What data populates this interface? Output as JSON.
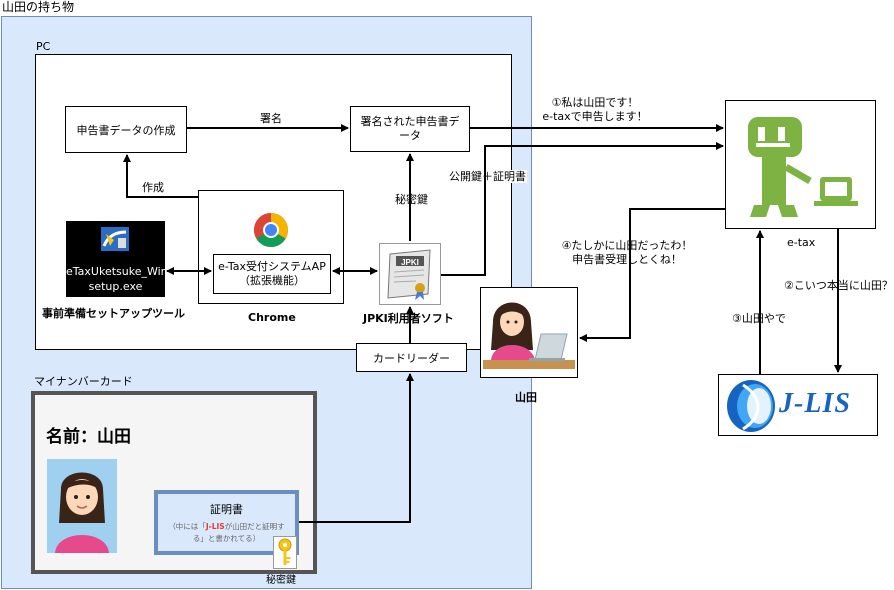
{
  "title": "山田の持ち物",
  "pc": {
    "label": "PC",
    "doc_create_box": "申告書データの作成",
    "signed_box_line1": "署名された申告書デ",
    "signed_box_line2": "ータ",
    "edge_sign": "署名",
    "edge_create": "作成",
    "edge_private_key": "秘密鍵",
    "setup_tool": {
      "line1": "eTaxUketsuke_Win",
      "line2": "setup.exe",
      "caption": "事前準備セットアップツール"
    },
    "chrome": {
      "ext_line1": "e-Tax受付システムAP",
      "ext_line2": "（拡張機能）",
      "caption": "Chrome"
    },
    "jpki": {
      "caption": "JPKI利用者ソフト",
      "badge": "JPKI"
    },
    "card_reader": "カードリーダー"
  },
  "mynumber": {
    "label": "マイナンバーカード",
    "name": "名前：山田",
    "cert_title": "証明書",
    "cert_desc_prefix": "（中には「",
    "cert_desc_highlight": "J-LIS",
    "cert_desc_suffix": "が山田だと証明す",
    "cert_desc_line2": "る」と書かれてる）",
    "private_key": "秘密鍵"
  },
  "person_label": "山田",
  "etax_label": "e-tax",
  "jlis_label": "J-LIS",
  "messages": {
    "m1_line1": "①私は山田です！",
    "m1_line2": "e-taxで申告します！",
    "pubkey": "公開鍵＋証明書",
    "m4_line1": "④たしかに山田だったわ！",
    "m4_line2": "申告書受理しとくね！",
    "m2": "②こいつ本当に山田？",
    "m3": "③山田やで"
  },
  "colors": {
    "region_fill": "#dae8fc",
    "region_stroke": "#6c8ebf",
    "cert_border": "#6c8ebf",
    "etax_green": "#7cb342",
    "jlis_blue": "#1565c0",
    "highlight_red": "#e53935"
  }
}
